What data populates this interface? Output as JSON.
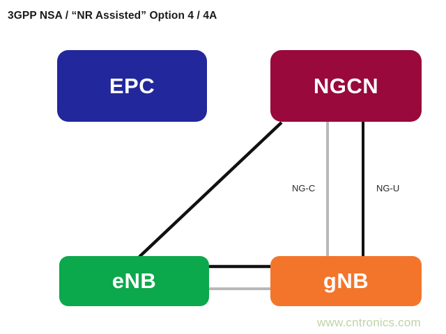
{
  "diagram": {
    "title": "3GPP NSA / “NR Assisted”  Option 4 / 4A",
    "background_color": "#ffffff",
    "nodes": [
      {
        "id": "epc",
        "label": "EPC",
        "color": "#22279c",
        "text_color": "#ffffff"
      },
      {
        "id": "ngcn",
        "label": "NGCN",
        "color": "#99093b",
        "text_color": "#ffffff"
      },
      {
        "id": "enb",
        "label": "eNB",
        "color": "#0ca84c",
        "text_color": "#ffffff"
      },
      {
        "id": "gnb",
        "label": "gNB",
        "color": "#f3752b",
        "text_color": "#ffffff"
      }
    ],
    "edges": [
      {
        "id": "ngcn-enb",
        "from": "ngcn",
        "to": "enb",
        "label": "",
        "color": "#111111",
        "style": "solid-black-diagonal"
      },
      {
        "id": "ngcn-gnb-c",
        "from": "ngcn",
        "to": "gnb",
        "label": "NG-C",
        "color": "#b8b8b8",
        "style": "solid-gray-vertical"
      },
      {
        "id": "ngcn-gnb-u",
        "from": "ngcn",
        "to": "gnb",
        "label": "NG-U",
        "color": "#111111",
        "style": "solid-black-vertical"
      },
      {
        "id": "enb-gnb-1",
        "from": "enb",
        "to": "gnb",
        "label": "",
        "color": "#111111",
        "style": "solid-black-horizontal"
      },
      {
        "id": "enb-gnb-2",
        "from": "enb",
        "to": "gnb",
        "label": "",
        "color": "#b8b8b8",
        "style": "solid-gray-horizontal"
      }
    ],
    "labels": {
      "ngc": "NG-C",
      "ngu": "NG-U"
    },
    "watermark": "www.cntronics.com"
  }
}
